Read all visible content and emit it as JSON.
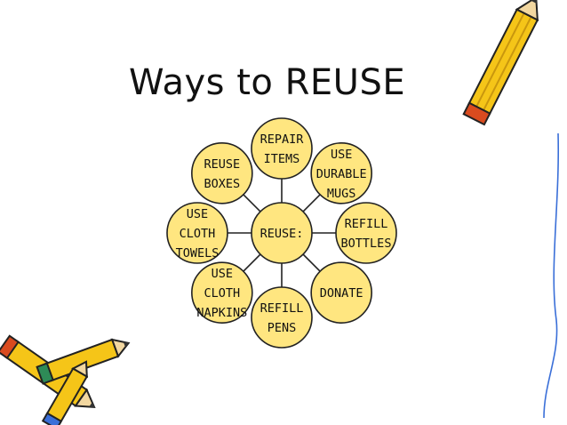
{
  "slide": {
    "title": "Ways to REUSE"
  },
  "diagram": {
    "center": {
      "lines": [
        "REUSE:"
      ]
    },
    "nodes": [
      {
        "id": "repair-items",
        "lines": [
          "REPAIR",
          "ITEMS"
        ]
      },
      {
        "id": "use-durable-mugs",
        "lines": [
          "USE",
          "DURABLE",
          "MUGS"
        ]
      },
      {
        "id": "refill-bottles",
        "lines": [
          "REFILL",
          "BOTTLES"
        ]
      },
      {
        "id": "donate",
        "lines": [
          "DONATE"
        ]
      },
      {
        "id": "refill-pens",
        "lines": [
          "REFILL",
          "PENS"
        ]
      },
      {
        "id": "use-cloth-napkins",
        "lines": [
          "USE",
          "CLOTH",
          "NAPKINS"
        ]
      },
      {
        "id": "use-cloth-towels",
        "lines": [
          "USE",
          "CLOTH",
          "TOWELS"
        ]
      },
      {
        "id": "reuse-boxes",
        "lines": [
          "REUSE",
          "BOXES"
        ]
      }
    ],
    "colors": {
      "node_fill": "#ffe680",
      "node_stroke": "#222222",
      "connector": "#222222"
    }
  },
  "decorations": {
    "pencil_colors": [
      "#f5c518",
      "#d94b1f",
      "#3a6fd8",
      "#2e8b57"
    ]
  }
}
